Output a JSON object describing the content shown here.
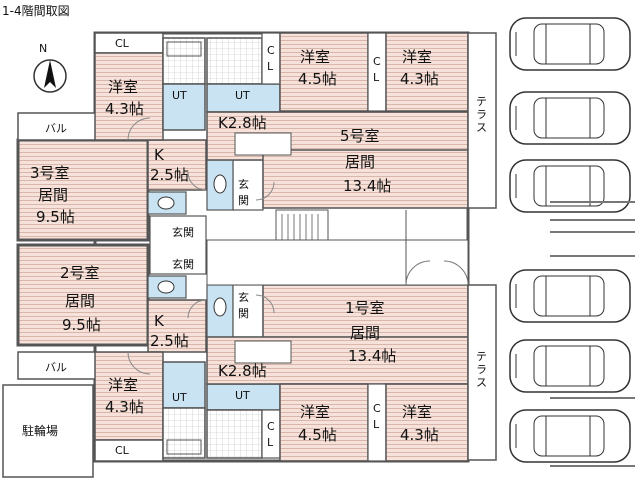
{
  "title": "1-4階間取図",
  "north_label": "N",
  "colors": {
    "floor": "#f3dcd4",
    "wet": "#c9e3f2",
    "wall": "#555555",
    "line": "#888888"
  },
  "units": {
    "unit3": {
      "id": "3号室",
      "room": "居間",
      "size": "9.5帖",
      "kitchen": "K",
      "kitchen_size": "2.5帖",
      "western": "洋室",
      "western_size": "4.3帖"
    },
    "unit2": {
      "id": "2号室",
      "room": "居間",
      "size": "9.5帖",
      "kitchen": "K",
      "kitchen_size": "2.5帖",
      "western": "洋室",
      "western_size": "4.3帖"
    },
    "unit5": {
      "id": "5号室",
      "room": "居間",
      "size": "13.4帖",
      "kitchen": "K2.8帖",
      "western_a": "洋室",
      "western_a_size": "4.5帖",
      "western_b": "洋室",
      "western_b_size": "4.3帖"
    },
    "unit1": {
      "id": "1号室",
      "room": "居間",
      "size": "13.4帖",
      "kitchen": "K2.8帖",
      "western_a": "洋室",
      "western_a_size": "4.5帖",
      "western_b": "洋室",
      "western_b_size": "4.3帖"
    }
  },
  "labels": {
    "cl": "CL",
    "cl_v1": "C",
    "cl_v2": "L",
    "ut": "UT",
    "genkan": "玄関",
    "balcony": "バル",
    "terrace": "テラス",
    "bicycle": "駐輪場"
  }
}
